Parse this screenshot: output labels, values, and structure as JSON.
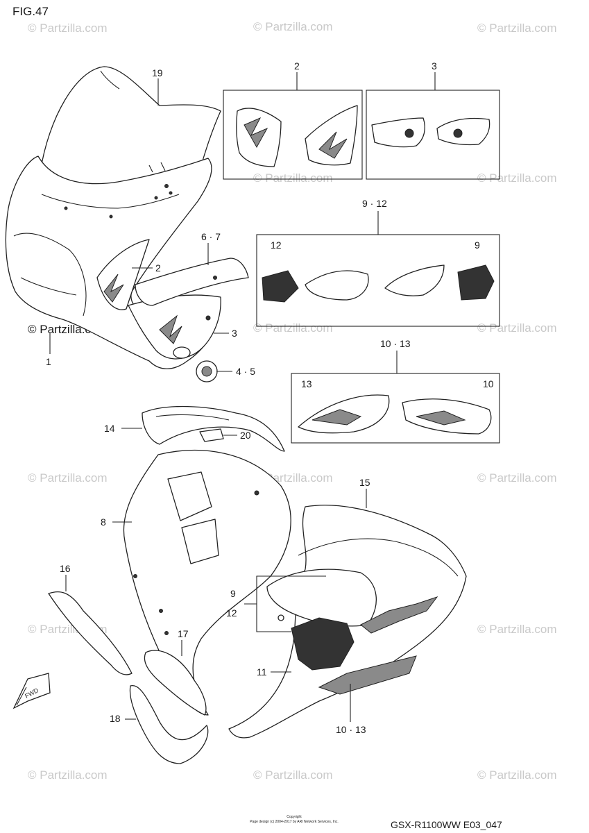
{
  "figure": {
    "title": "FIG.47",
    "code": "GSX-R1100WW  E03_047",
    "copyright": [
      "Copyright",
      "Page design (c) 2004-2017 by ARI Network Services, Inc."
    ],
    "watermark": "© Partzilla.com",
    "brand_logo": "© Partzilla.com"
  },
  "callouts": [
    {
      "id": "c19",
      "label": "19"
    },
    {
      "id": "c2a",
      "label": "2"
    },
    {
      "id": "c3a",
      "label": "3"
    },
    {
      "id": "c912a",
      "label": "9 · 12"
    },
    {
      "id": "box-912-12",
      "label": "12"
    },
    {
      "id": "box-912-9",
      "label": "9"
    },
    {
      "id": "c67",
      "label": "6 · 7"
    },
    {
      "id": "c2b",
      "label": "2"
    },
    {
      "id": "c3b",
      "label": "3"
    },
    {
      "id": "c1",
      "label": "1"
    },
    {
      "id": "c45",
      "label": "4 · 5"
    },
    {
      "id": "c1013a",
      "label": "10 · 13"
    },
    {
      "id": "box-1013-13",
      "label": "13"
    },
    {
      "id": "box-1013-10",
      "label": "10"
    },
    {
      "id": "c14",
      "label": "14"
    },
    {
      "id": "c20",
      "label": "20"
    },
    {
      "id": "c15",
      "label": "15"
    },
    {
      "id": "c8",
      "label": "8"
    },
    {
      "id": "c16",
      "label": "16"
    },
    {
      "id": "c9b",
      "label": "9"
    },
    {
      "id": "c12b",
      "label": "12"
    },
    {
      "id": "c17",
      "label": "17"
    },
    {
      "id": "c11",
      "label": "11"
    },
    {
      "id": "c18",
      "label": "18"
    },
    {
      "id": "c1013b",
      "label": "10 · 13"
    }
  ],
  "fwd_label": "FWD"
}
